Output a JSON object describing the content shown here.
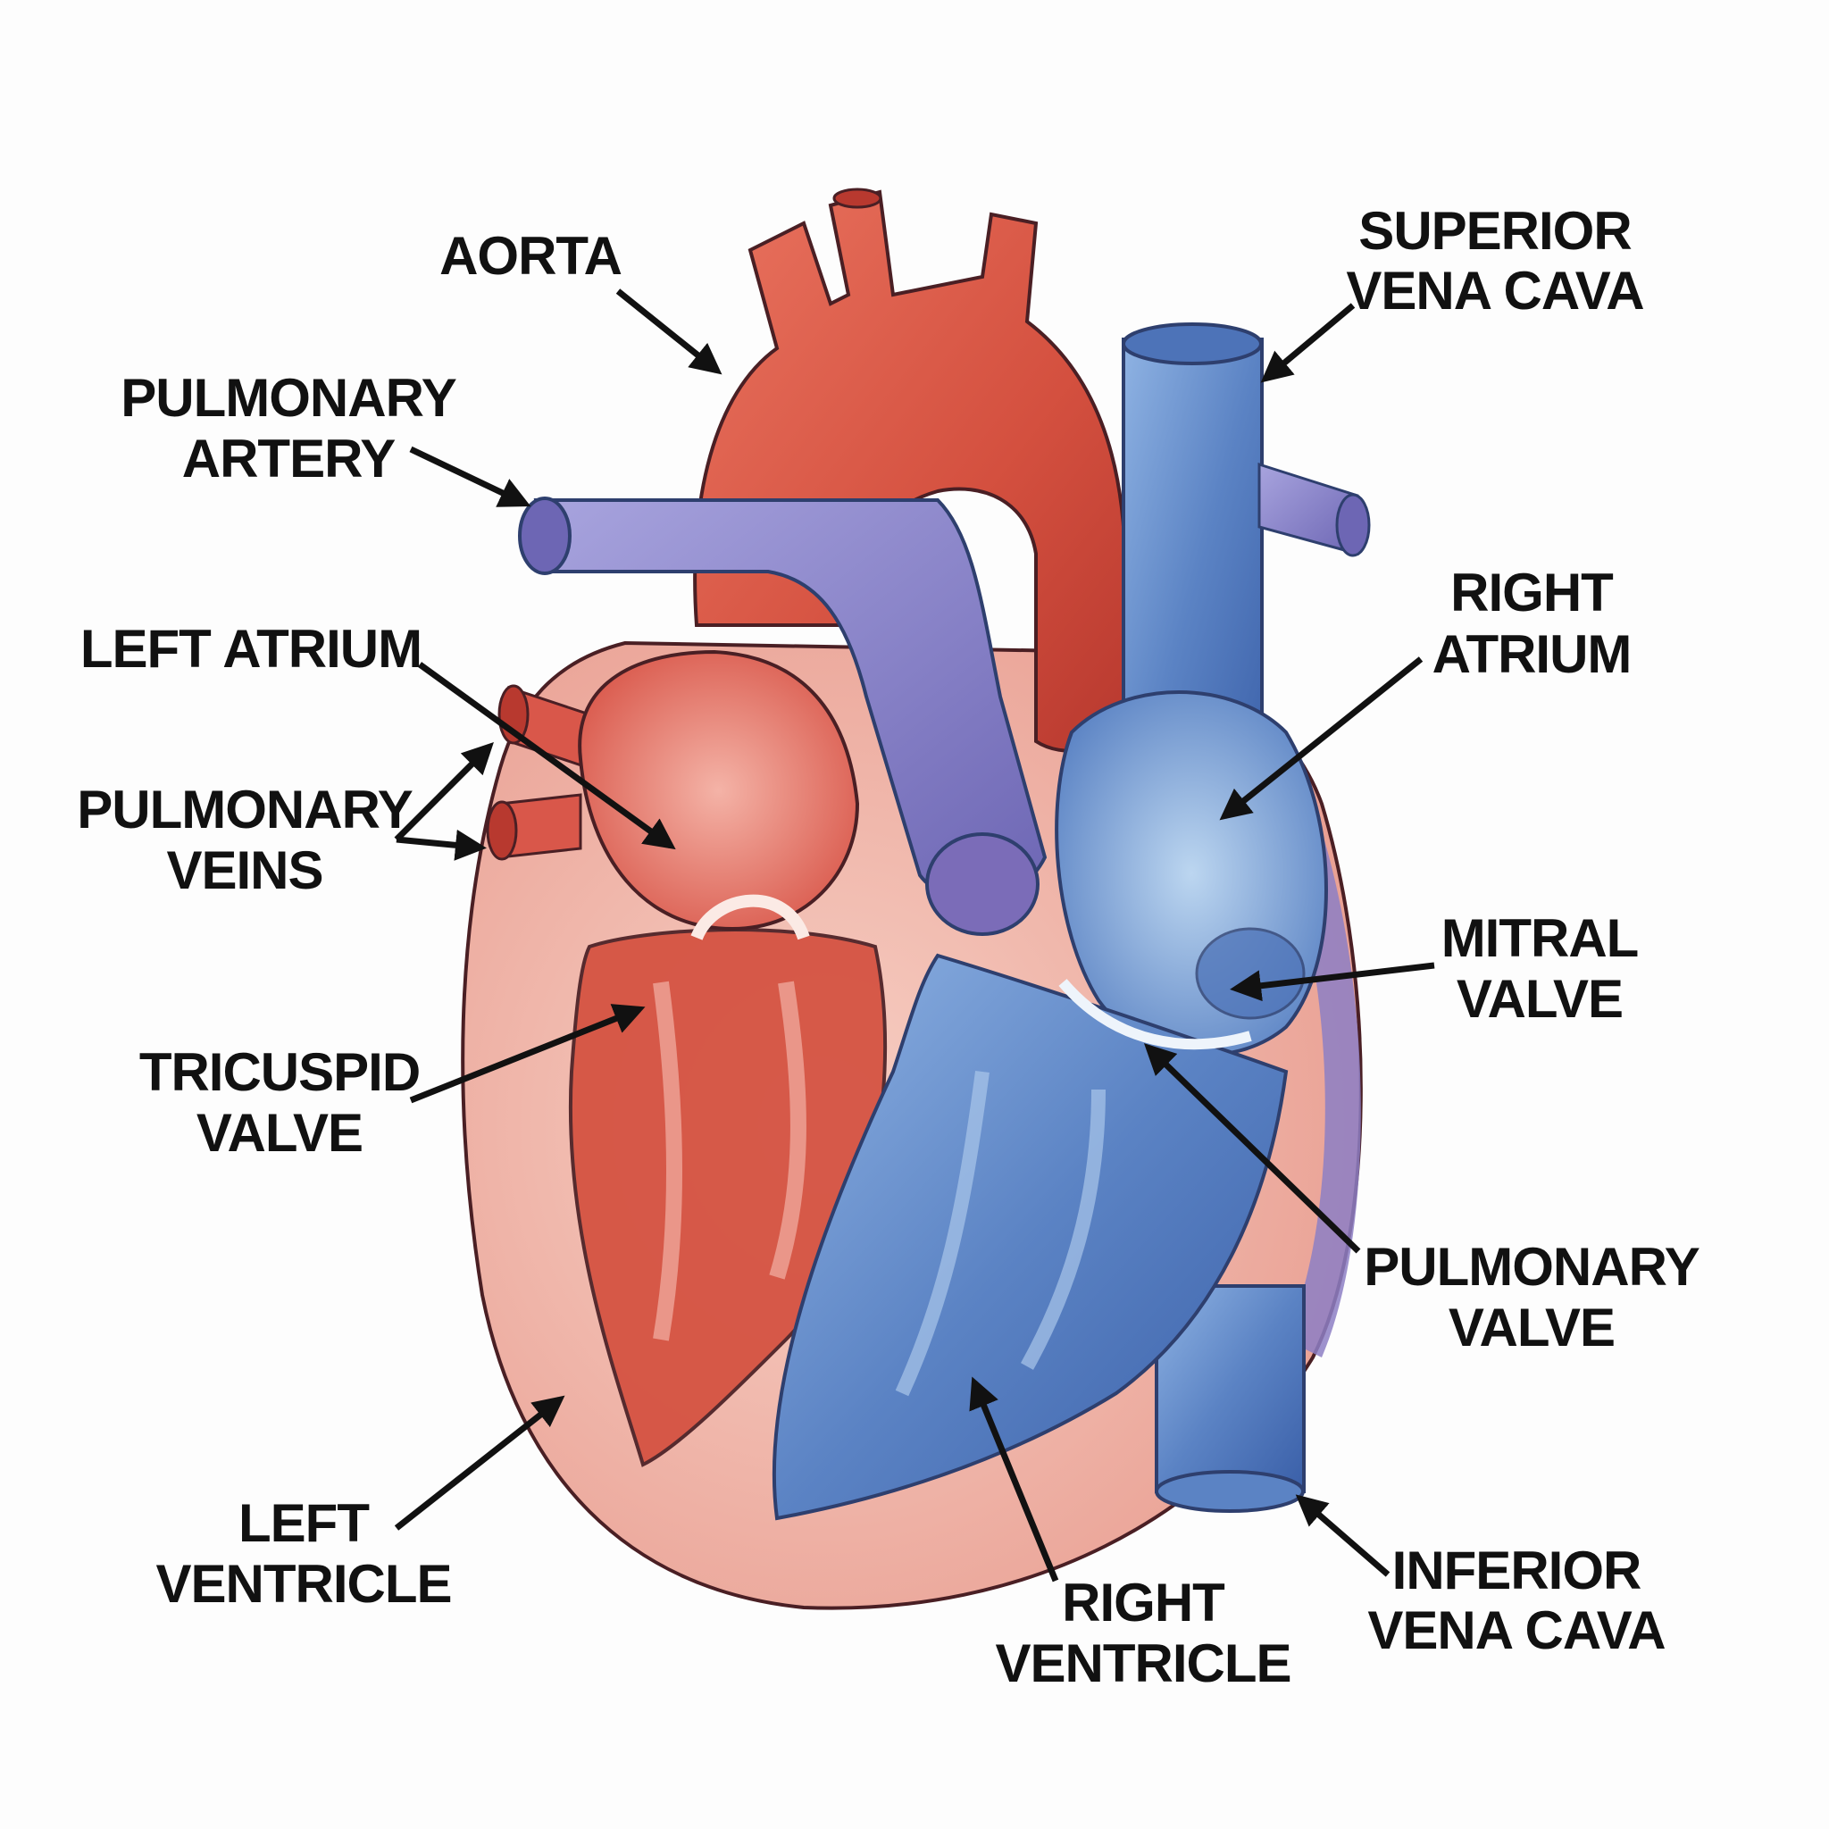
{
  "diagram": {
    "subject": "Human heart anatomy (watercolor cross-section)",
    "colors": {
      "background": "#fdfdfd",
      "label_text": "#111111",
      "arrow": "#111111",
      "oxygenated_red": "#d9574a",
      "deoxygenated_blue": "#5b83c4",
      "pulmonary_purple": "#8a82c8",
      "myocardium_pink": "#f0b3a8",
      "outline": "#4a1f24"
    },
    "labels": [
      {
        "id": "aorta",
        "lines": [
          "AORTA"
        ]
      },
      {
        "id": "superior-vena-cava",
        "lines": [
          "SUPERIOR",
          "VENA CAVA"
        ]
      },
      {
        "id": "pulmonary-artery",
        "lines": [
          "PULMONARY",
          "ARTERY"
        ]
      },
      {
        "id": "right-atrium",
        "lines": [
          "RIGHT",
          "ATRIUM"
        ]
      },
      {
        "id": "left-atrium",
        "lines": [
          "LEFT ATRIUM"
        ]
      },
      {
        "id": "pulmonary-veins",
        "lines": [
          "PULMONARY",
          "VEINS"
        ]
      },
      {
        "id": "mitral-valve",
        "lines": [
          "MITRAL",
          "VALVE"
        ]
      },
      {
        "id": "tricuspid-valve",
        "lines": [
          "TRICUSPID",
          "VALVE"
        ]
      },
      {
        "id": "pulmonary-valve",
        "lines": [
          "PULMONARY",
          "VALVE"
        ]
      },
      {
        "id": "left-ventricle",
        "lines": [
          "LEFT",
          "VENTRICLE"
        ]
      },
      {
        "id": "right-ventricle",
        "lines": [
          "RIGHT",
          "VENTRICLE"
        ]
      },
      {
        "id": "inferior-vena-cava",
        "lines": [
          "INFERIOR",
          "VENA CAVA"
        ]
      }
    ]
  }
}
